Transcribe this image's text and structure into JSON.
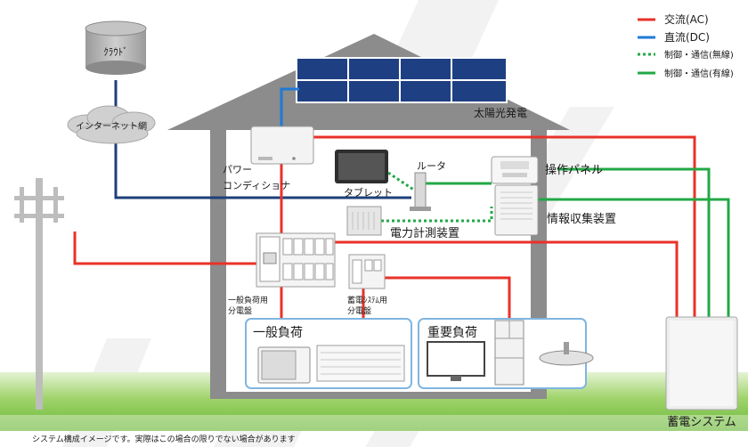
{
  "legend": {
    "ac": "交流(AC)",
    "dc": "直流(DC)",
    "wireless": "制御・通信(無線)",
    "wired": "制御・通信(有線)"
  },
  "labels": {
    "cloud": "ｸﾗｳﾄﾞ",
    "internet": "インターネット網",
    "solar": "太陽光発電",
    "power_conditioner_1": "パワー",
    "power_conditioner_2": "コンディショナ",
    "tablet": "タブレット",
    "router": "ルータ",
    "control_panel": "操作パネル",
    "info_collector": "情報収集装置",
    "power_meter": "電力計測装置",
    "general_panel_1": "一般負荷用",
    "general_panel_2": "分電盤",
    "storage_panel_1": "蓄電ｼｽﾃﾑ用",
    "storage_panel_2": "分電盤",
    "general_load": "一般負荷",
    "important_load": "重要負荷",
    "storage_system": "蓄電システム",
    "footnote": "システム構成イメージです。実際はこの場合の限りでない場合があります"
  },
  "colors": {
    "ac": "#e8322a",
    "dc": "#1f7ad6",
    "control": "#22a845",
    "navy": "#1f3f7a",
    "house": "#8c8c8c",
    "ground": "#7cc142",
    "panel_blue": "#1e3f82",
    "load_box": "#7fb6e0"
  }
}
